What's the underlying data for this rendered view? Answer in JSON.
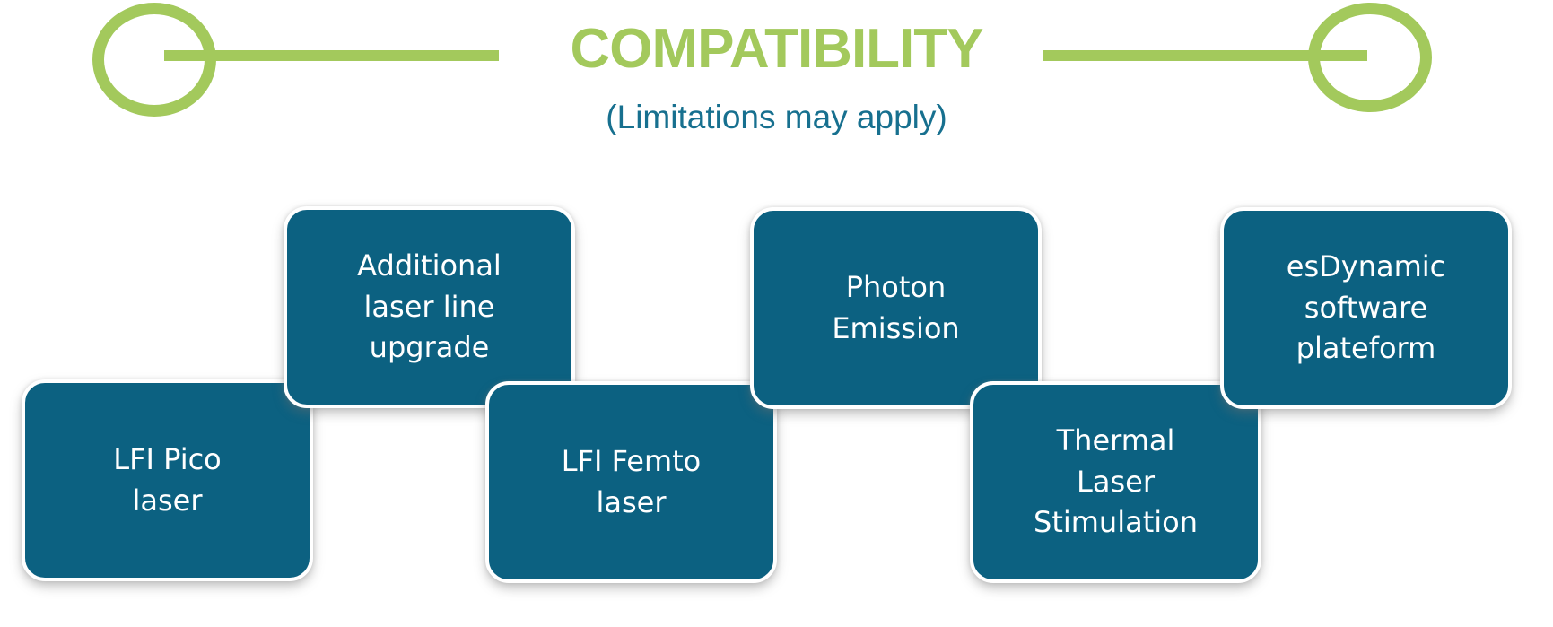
{
  "header": {
    "title": "COMPATIBILITY",
    "subtitle": "(Limitations may apply)"
  },
  "boxes": [
    {
      "id": "lfi-pico-laser",
      "label": "LFI Pico\nlaser"
    },
    {
      "id": "additional-laser-line-upgrade",
      "label": "Additional\nlaser line\nupgrade"
    },
    {
      "id": "lfi-femto-laser",
      "label": "LFI Femto\nlaser"
    },
    {
      "id": "photon-emission",
      "label": "Photon\nEmission"
    },
    {
      "id": "thermal-laser-stimulation",
      "label": "Thermal\nLaser\nStimulation"
    },
    {
      "id": "esdynamic-software-plateform",
      "label": "esDynamic\nsoftware\nplateform"
    }
  ],
  "colors": {
    "green": "#A3C95C",
    "box_teal": "#0C6181",
    "subtitle_teal": "#17708F",
    "box_text": "#FFFFFF",
    "background": "#FFFFFF"
  }
}
